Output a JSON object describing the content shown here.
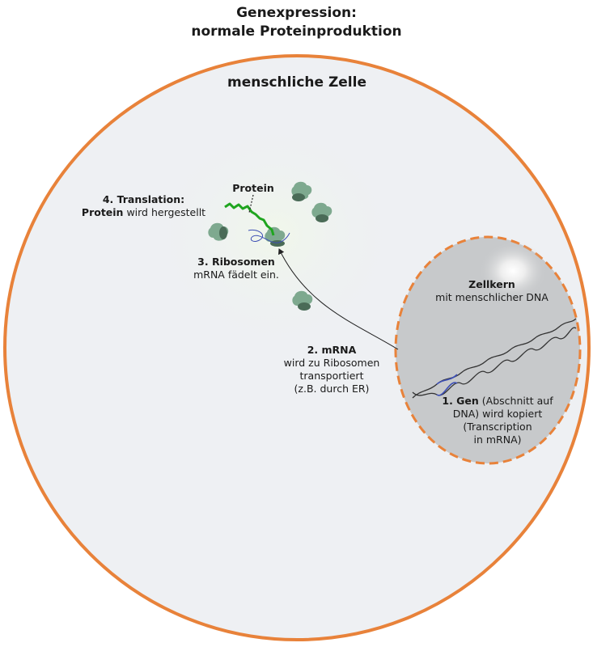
{
  "title": {
    "line1": "Genexpression:",
    "line2": "normale Proteinproduktion"
  },
  "cell": {
    "label": "menschliche Zelle"
  },
  "nucleus": {
    "label": "Zellkern",
    "sublabel": "mit menschlicher DNA"
  },
  "steps": {
    "gene": {
      "bold": "1. Gen",
      "text1": " (Abschnitt auf",
      "text2": "DNA) wird kopiert",
      "text3": "(Transcription",
      "text4": "in mRNA)"
    },
    "mrna": {
      "bold": "2. mRNA",
      "text1": "wird zu Ribosomen",
      "text2": "transportiert",
      "text3": "(z.B. durch ER)"
    },
    "ribosomes": {
      "bold": "3. Ribosomen",
      "text1": "mRNA fädelt ein."
    },
    "translation": {
      "bold1": "4. Translation:",
      "bold2": "Protein",
      "text2": " wird hergestellt"
    }
  },
  "protein_label": "Protein",
  "colors": {
    "cell_border": "#e8823a",
    "cell_fill": "#eef0f3",
    "nucleus_fill": "#c7c9cb",
    "ribosome_light": "#7ea98f",
    "ribosome_dark": "#4a6b57",
    "protein": "#1fa51f",
    "mrna": "#3d4fb5",
    "dna": "#333333"
  },
  "icons": [
    "ribosome-icon",
    "dna-helix-icon",
    "mrna-strand-icon",
    "protein-chain-icon",
    "arrow-icon"
  ]
}
